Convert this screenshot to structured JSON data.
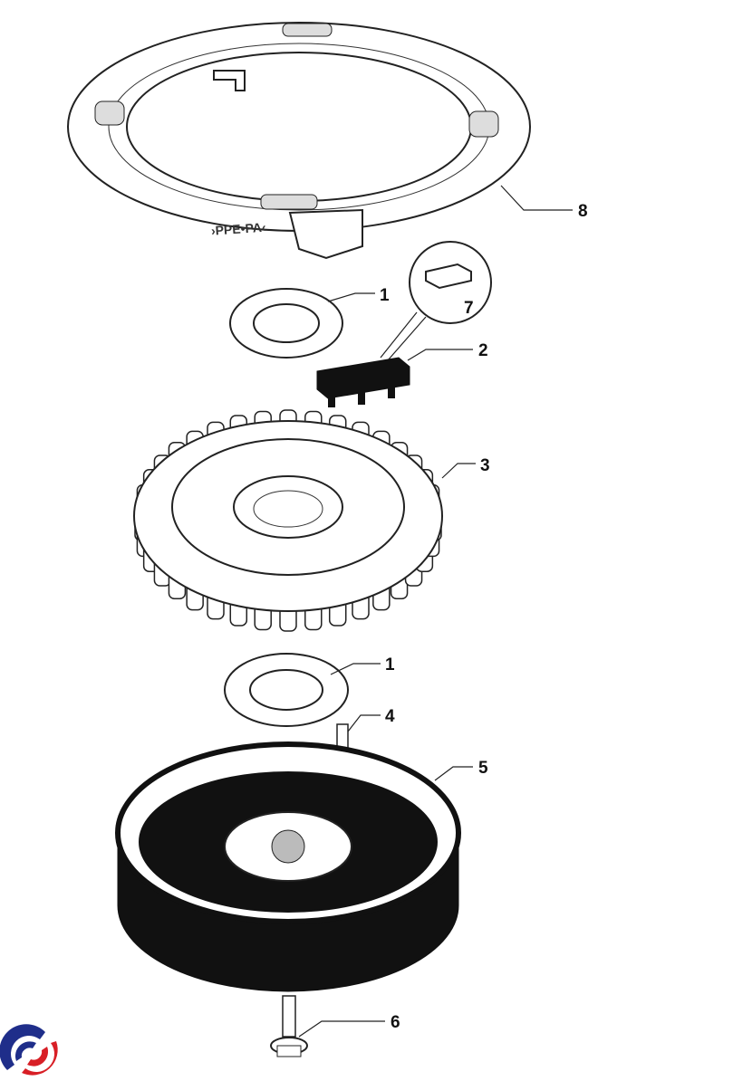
{
  "diagram": {
    "parts": [
      {
        "id": "ring",
        "label": "8"
      },
      {
        "id": "washer-top",
        "label": "1"
      },
      {
        "id": "detail-clip",
        "label": "7"
      },
      {
        "id": "connector",
        "label": "2"
      },
      {
        "id": "stator",
        "label": "3"
      },
      {
        "id": "washer-bottom",
        "label": "1"
      },
      {
        "id": "bolt-small",
        "label": "4"
      },
      {
        "id": "rotor",
        "label": "5"
      },
      {
        "id": "bolt-center",
        "label": "6"
      }
    ],
    "ring_marking": "›PPE•PA‹",
    "logo_colors": {
      "blue": "#1f2e8a",
      "red": "#d81f26"
    }
  }
}
